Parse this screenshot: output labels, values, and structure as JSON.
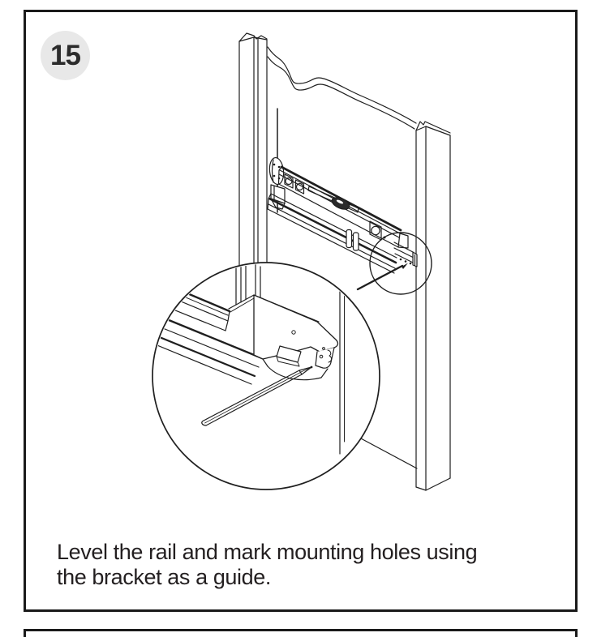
{
  "page": {
    "background": "#ffffff"
  },
  "panel": {
    "border_color": "#1a1a1a"
  },
  "step": {
    "number": "15",
    "badge_bg": "#e8e8e8",
    "badge_text_color": "#2b2b2b"
  },
  "caption": {
    "line1": "Level the rail and mark mounting holes using",
    "line2": "the bracket as a guide.",
    "color": "#231f20"
  },
  "figure": {
    "line_color": "#1f1f1f",
    "elements": [
      "left-wall-stud",
      "right-wall-stud",
      "wall-break-edge",
      "plumb-line",
      "wall-mounting-bracket",
      "spirit-level",
      "mounting-rail",
      "rail-end-bracket",
      "detail-callout-circle",
      "magnified-detail-circle",
      "pencil"
    ]
  }
}
